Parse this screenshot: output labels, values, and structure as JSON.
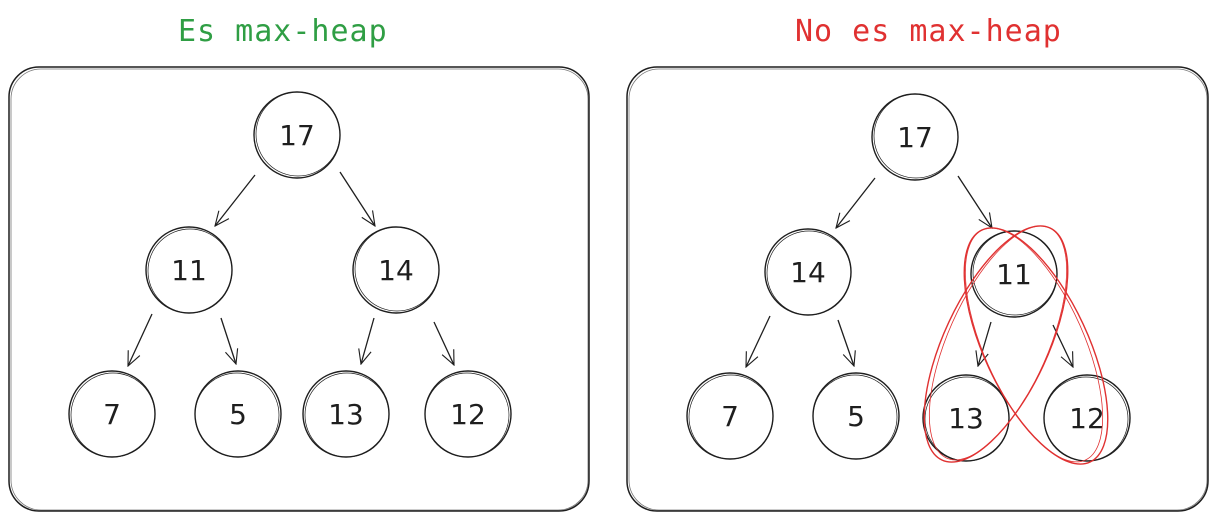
{
  "colors": {
    "valid": "#2f9e44",
    "invalid": "#e03131",
    "ink": "#1e1e1e"
  },
  "left_panel": {
    "title": "Es max-heap",
    "nodes": {
      "root": "17",
      "l": "11",
      "r": "14",
      "ll": "7",
      "lr": "5",
      "rl": "13",
      "rr": "12"
    }
  },
  "right_panel": {
    "title": "No es max-heap",
    "nodes": {
      "root": "17",
      "l": "14",
      "r": "11",
      "ll": "7",
      "lr": "5",
      "rl": "13",
      "rr": "12"
    },
    "highlighted_subtree": "r"
  }
}
